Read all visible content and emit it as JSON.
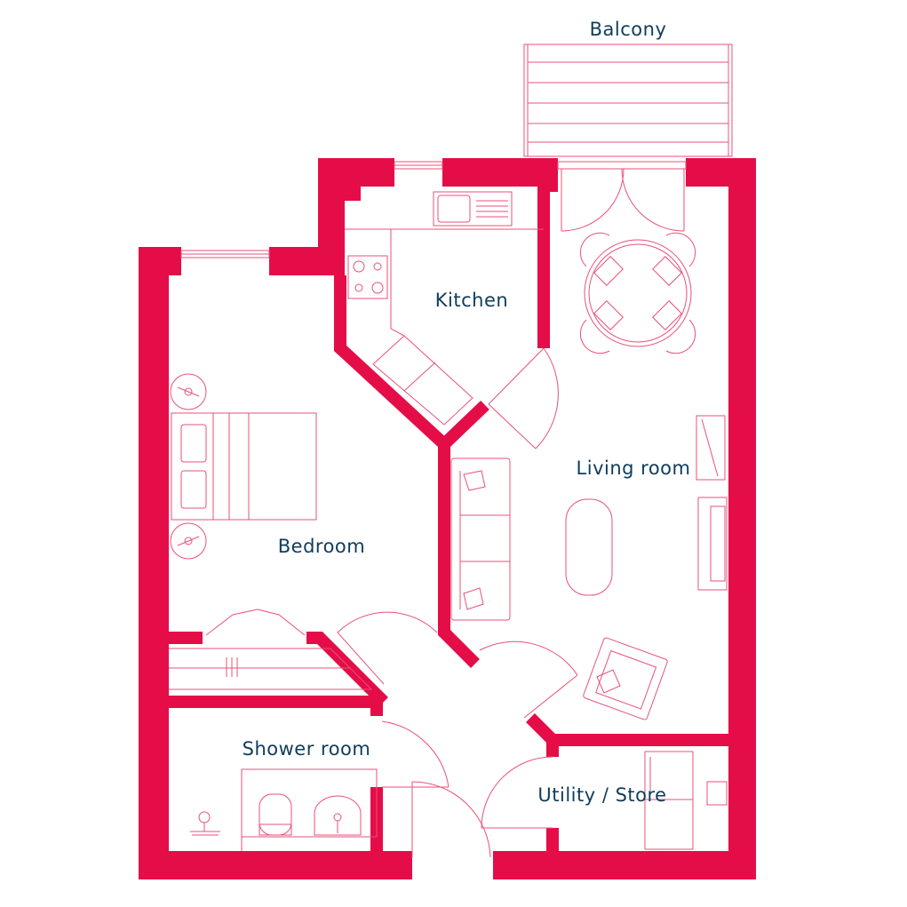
{
  "plan": {
    "rooms": {
      "balcony": "Balcony",
      "kitchen": "Kitchen",
      "living_room": "Living room",
      "bedroom": "Bedroom",
      "shower_room": "Shower room",
      "utility_store": "Utility / Store"
    }
  },
  "colors": {
    "wall": "#e50d47",
    "fixture_line": "#e8517a",
    "label_text": "#0f3d5c",
    "background": "#ffffff"
  },
  "icons": [
    "double-bed-icon",
    "bedside-lamp-icon",
    "wardrobe-icon",
    "sofa-icon",
    "dining-table-icon",
    "dining-chair-icon",
    "coffee-table-icon",
    "armchair-icon",
    "tv-unit-icon",
    "kitchen-sink-icon",
    "hob-icon",
    "toilet-icon",
    "washbasin-icon",
    "shower-icon",
    "fridge-freezer-icon",
    "door-swing-icon",
    "window-icon"
  ]
}
